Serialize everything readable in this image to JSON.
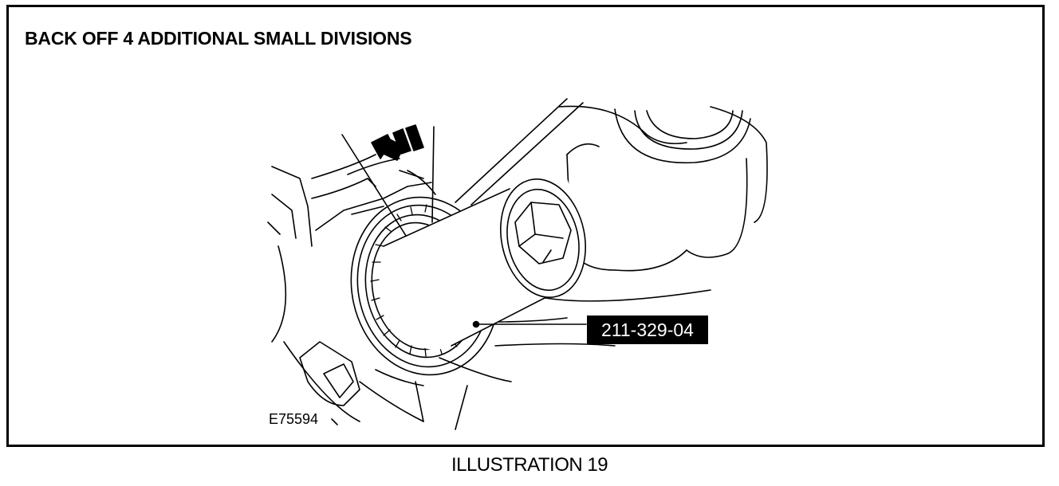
{
  "figure": {
    "heading": "BACK OFF 4 ADDITIONAL SMALL DIVISIONS",
    "tool_label": "211-329-04",
    "figure_code": "E75594",
    "caption": "ILLUSTRATION 19"
  }
}
